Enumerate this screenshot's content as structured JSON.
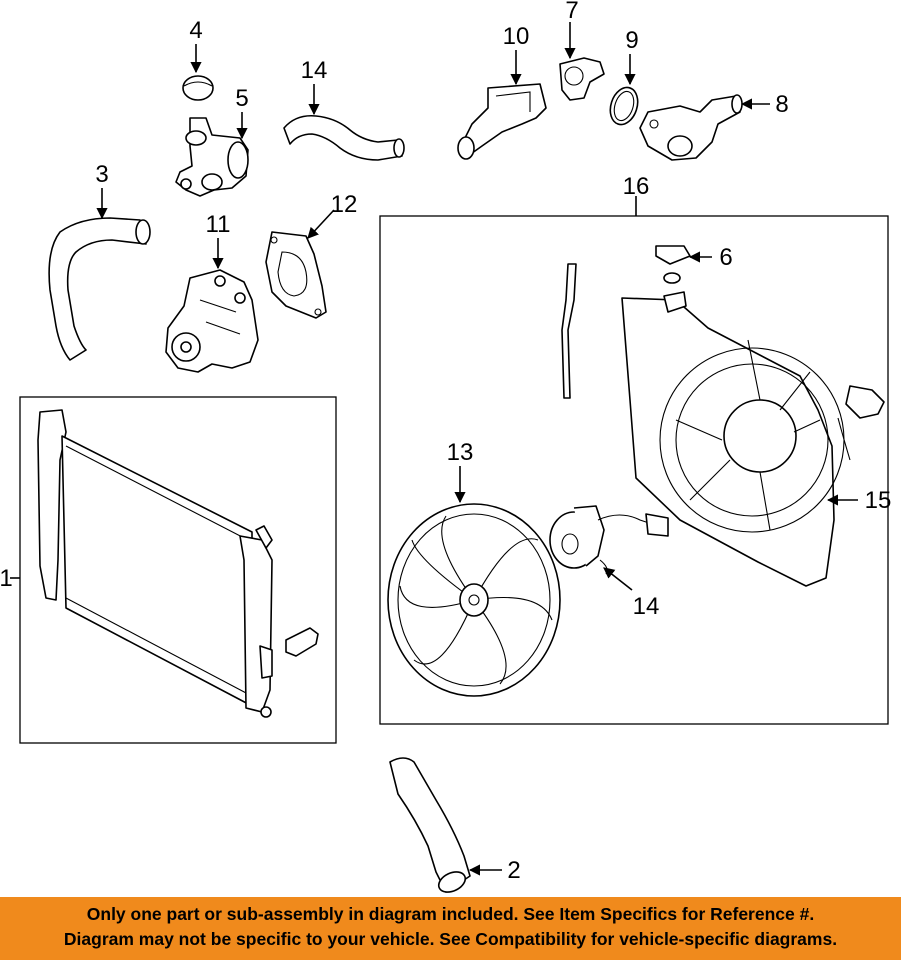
{
  "callouts": [
    {
      "id": "c1",
      "label": "1"
    },
    {
      "id": "c2",
      "label": "2"
    },
    {
      "id": "c3",
      "label": "3"
    },
    {
      "id": "c4",
      "label": "4"
    },
    {
      "id": "c5",
      "label": "5"
    },
    {
      "id": "c6",
      "label": "6"
    },
    {
      "id": "c7",
      "label": "7"
    },
    {
      "id": "c8",
      "label": "8"
    },
    {
      "id": "c9",
      "label": "9"
    },
    {
      "id": "c10",
      "label": "10"
    },
    {
      "id": "c11",
      "label": "11"
    },
    {
      "id": "c12",
      "label": "12"
    },
    {
      "id": "c13",
      "label": "13"
    },
    {
      "id": "c14a",
      "label": "14"
    },
    {
      "id": "c14b",
      "label": "14"
    },
    {
      "id": "c15",
      "label": "15"
    },
    {
      "id": "c16",
      "label": "16"
    }
  ],
  "footer": {
    "line1": "Only one part or sub-assembly in diagram included. See Item Specifics for Reference #.",
    "line2": "Diagram may not be specific to your vehicle. See Compatibility for vehicle-specific diagrams.",
    "background": "#f08a1c"
  }
}
